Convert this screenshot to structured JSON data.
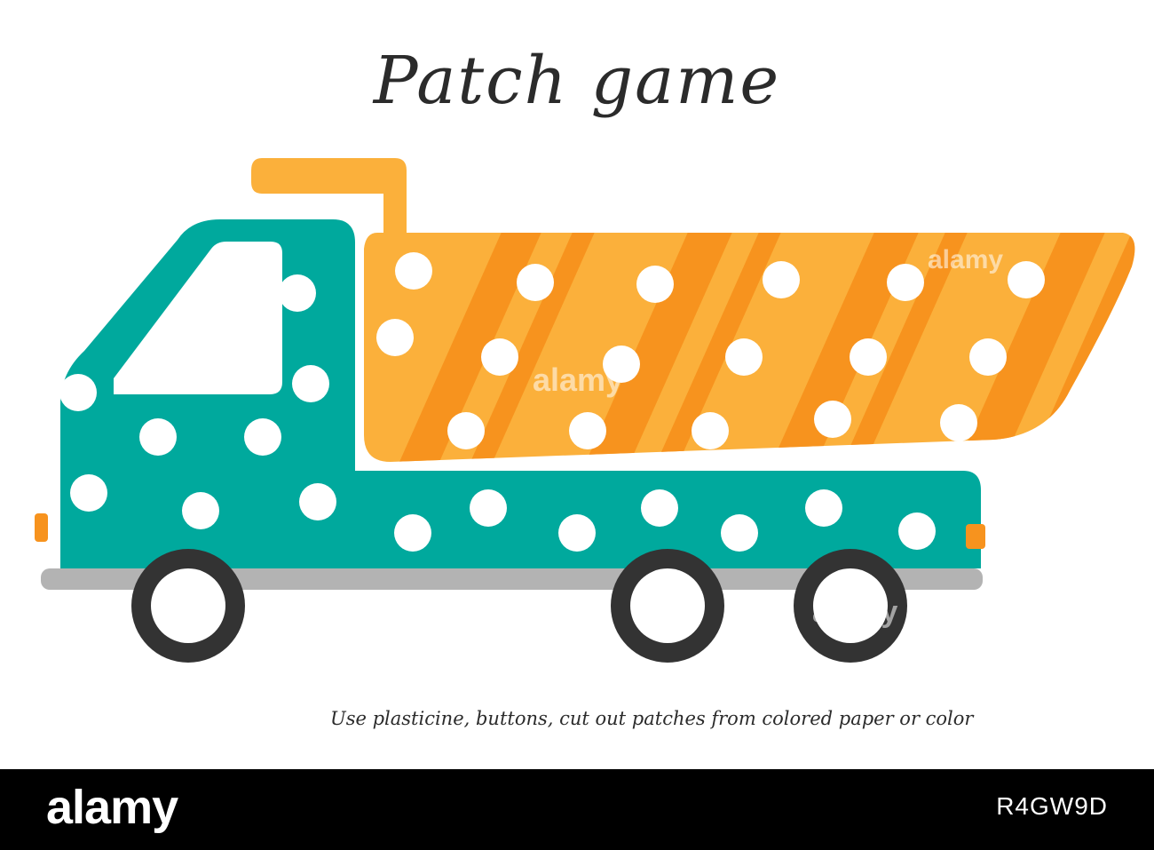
{
  "title": "Patch game",
  "instruction": "Use plasticine, buttons, cut out patches from colored paper or color",
  "colors": {
    "cab": "#00a99d",
    "dump_body_light": "#fbb03b",
    "dump_body_stripe": "#f7931e",
    "bumper": "#b3b3b3",
    "wheel": "#333333",
    "light": "#f7931e",
    "patch": "#ffffff"
  },
  "watermark": {
    "text": "alamy"
  },
  "footer": {
    "logo": "alamy",
    "image_code": "R4GW9D"
  }
}
